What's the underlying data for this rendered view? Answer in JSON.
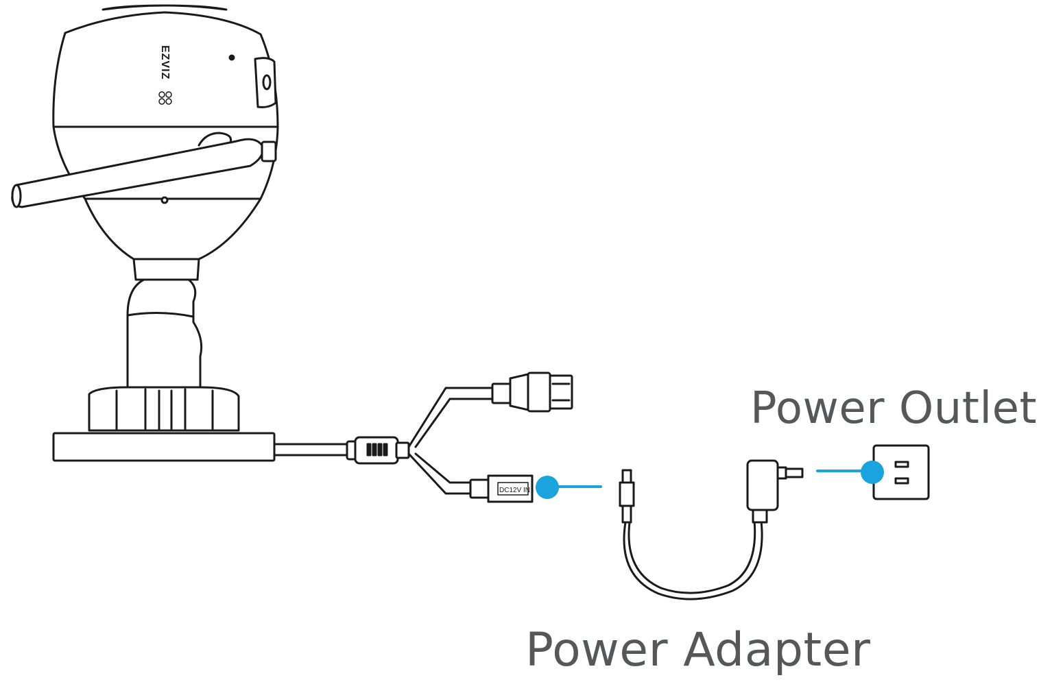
{
  "labels": {
    "power_outlet": "Power Outlet",
    "power_adapter": "Power Adapter"
  },
  "device": {
    "brand_text": "EZVIZ",
    "dc_port_text": "DC12V IN"
  },
  "colors": {
    "outline": "#1a1a1a",
    "connector_highlight": "#1aa3dc",
    "label_text": "#55585a"
  }
}
